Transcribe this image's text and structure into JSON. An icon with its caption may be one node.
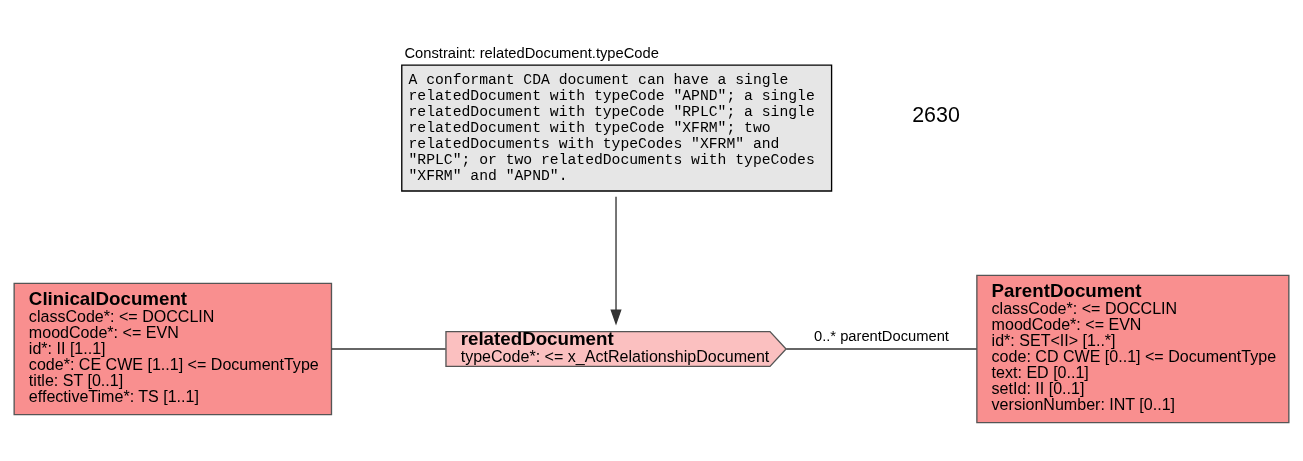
{
  "diagram": {
    "nodes": [
      {
        "text": [
          "Constraint: relatedDocument.typeCode",
          "A conformant CDA document can have a single relatedDocument with typeCode \"APND\"; a single relatedDocument with typeCode \"RPLC\"; a single relatedDocument with typeCode \"XFRM\"; two relatedDocuments with typeCodes \"XFRM\" and \"RPLC\"; or two relatedDocuments with typeCodes \"XFRM\" and \"APND\"."
        ]
      },
      {
        "text": [
          "ClinicalDocument",
          "classCode*: <= DOCCLIN",
          "moodCode*: <= EVN",
          "id*: II [1..1]",
          "code*: CE CWE [1..1] <= DocumentType",
          "title: ST [0..1]",
          "effectiveTime*: TS [1..1]"
        ]
      },
      {
        "text": [
          "relatedDocument",
          "typeCode*: <= x_ActRelationshipDocument"
        ]
      },
      {
        "text": [
          "ParentDocument",
          "classCode*: <= DOCCLIN",
          "moodCode*: <= EVN",
          "id*: SET<II> [1..*]",
          "code: CD CWE [0..1] <= DocumentType",
          "text: ED [0..1]",
          "setId: II [0..1]",
          "versionNumber: INT [0..1]"
        ]
      }
    ],
    "edges": [
      {
        "from": 0,
        "to": 2,
        "arrow": "to"
      },
      {
        "from": 1,
        "to": 2,
        "arrow": "none"
      },
      {
        "from": 2,
        "to": 3,
        "arrow": "none",
        "label": "0..* parentDocument"
      }
    ],
    "labels": [
      "2630"
    ]
  }
}
